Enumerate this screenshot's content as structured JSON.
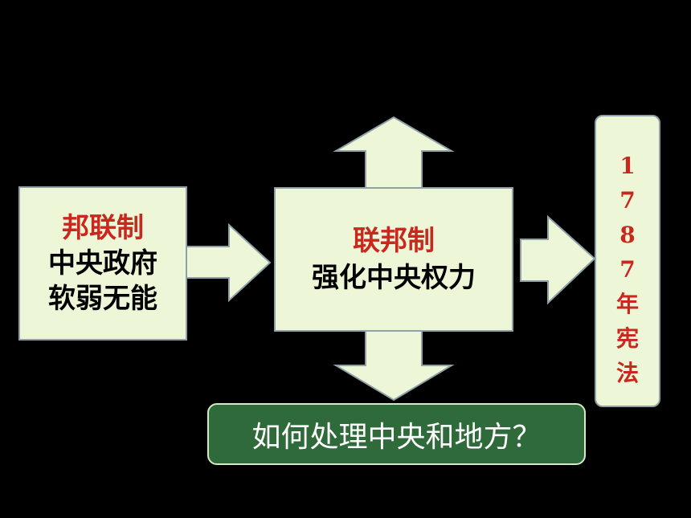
{
  "colors": {
    "box_fill": "#eef6d8",
    "accent_red": "#c8281e",
    "question_fill": "#2f6a3a",
    "background": "#000000"
  },
  "left_box": {
    "title": "邦联制",
    "line1": "中央政府",
    "line2": "软弱无能"
  },
  "center_box": {
    "title": "联邦制",
    "line1": "强化中央权力"
  },
  "right_box": {
    "text": "1787年宪法"
  },
  "question": {
    "text": "如何处理中央和地方？"
  }
}
